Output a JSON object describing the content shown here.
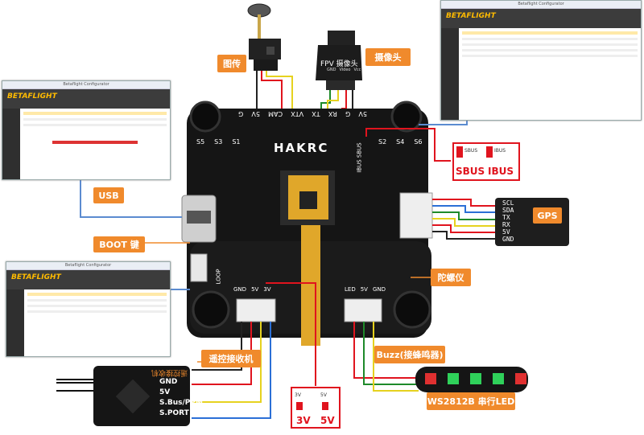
{
  "labels": {
    "vtx": "图传",
    "camera": "摄像头",
    "usb": "USB",
    "boot": "BOOT 键",
    "gyro": "陀螺仪",
    "gps": "GPS",
    "receiver": "遥控接收机",
    "buzzer": "Buzz(接蜂鸣器)",
    "ledstrip": "WS2812B 串行LED",
    "sbus": "SBUS",
    "ibus": "IBUS",
    "v3": "3V",
    "v5": "5V"
  },
  "board": {
    "brand": "HAKRC",
    "top_pins": [
      "5V",
      "G",
      "RX",
      "TX",
      "VTX",
      "CAM",
      "5V",
      "G"
    ],
    "motor_pads": [
      "S5",
      "S3",
      "S1",
      "S2",
      "S4",
      "S6"
    ],
    "bottom_left_pins": [
      "GND",
      "5V",
      "3V"
    ],
    "bottom_right_pins": [
      "LED",
      "5V",
      "GND"
    ],
    "loop_label": "LOOP",
    "sbus_ibus": "IBUS SBUS"
  },
  "camera_pins": [
    "GND",
    "Video",
    "Vcc"
  ],
  "camera_name": "FPV 摄像头",
  "gps_pins": [
    "SCL",
    "SDA",
    "TX",
    "RX",
    "5V",
    "GND"
  ],
  "receiver_pins": [
    "GND",
    "5V",
    "S.Bus/PPM",
    "S.PORT"
  ],
  "receiver_title": "遥控接收机",
  "jumper_text": [
    "SBUS",
    "IBUS"
  ],
  "voltage_jumper": [
    "3V",
    "5V"
  ],
  "configurator": {
    "logo": "BETAFLIGHT",
    "title": "Betaflight Configurator"
  },
  "colors": {
    "accent": "#f08a2c",
    "board": "#1a1a1a",
    "red_wire": "#e0141e"
  }
}
